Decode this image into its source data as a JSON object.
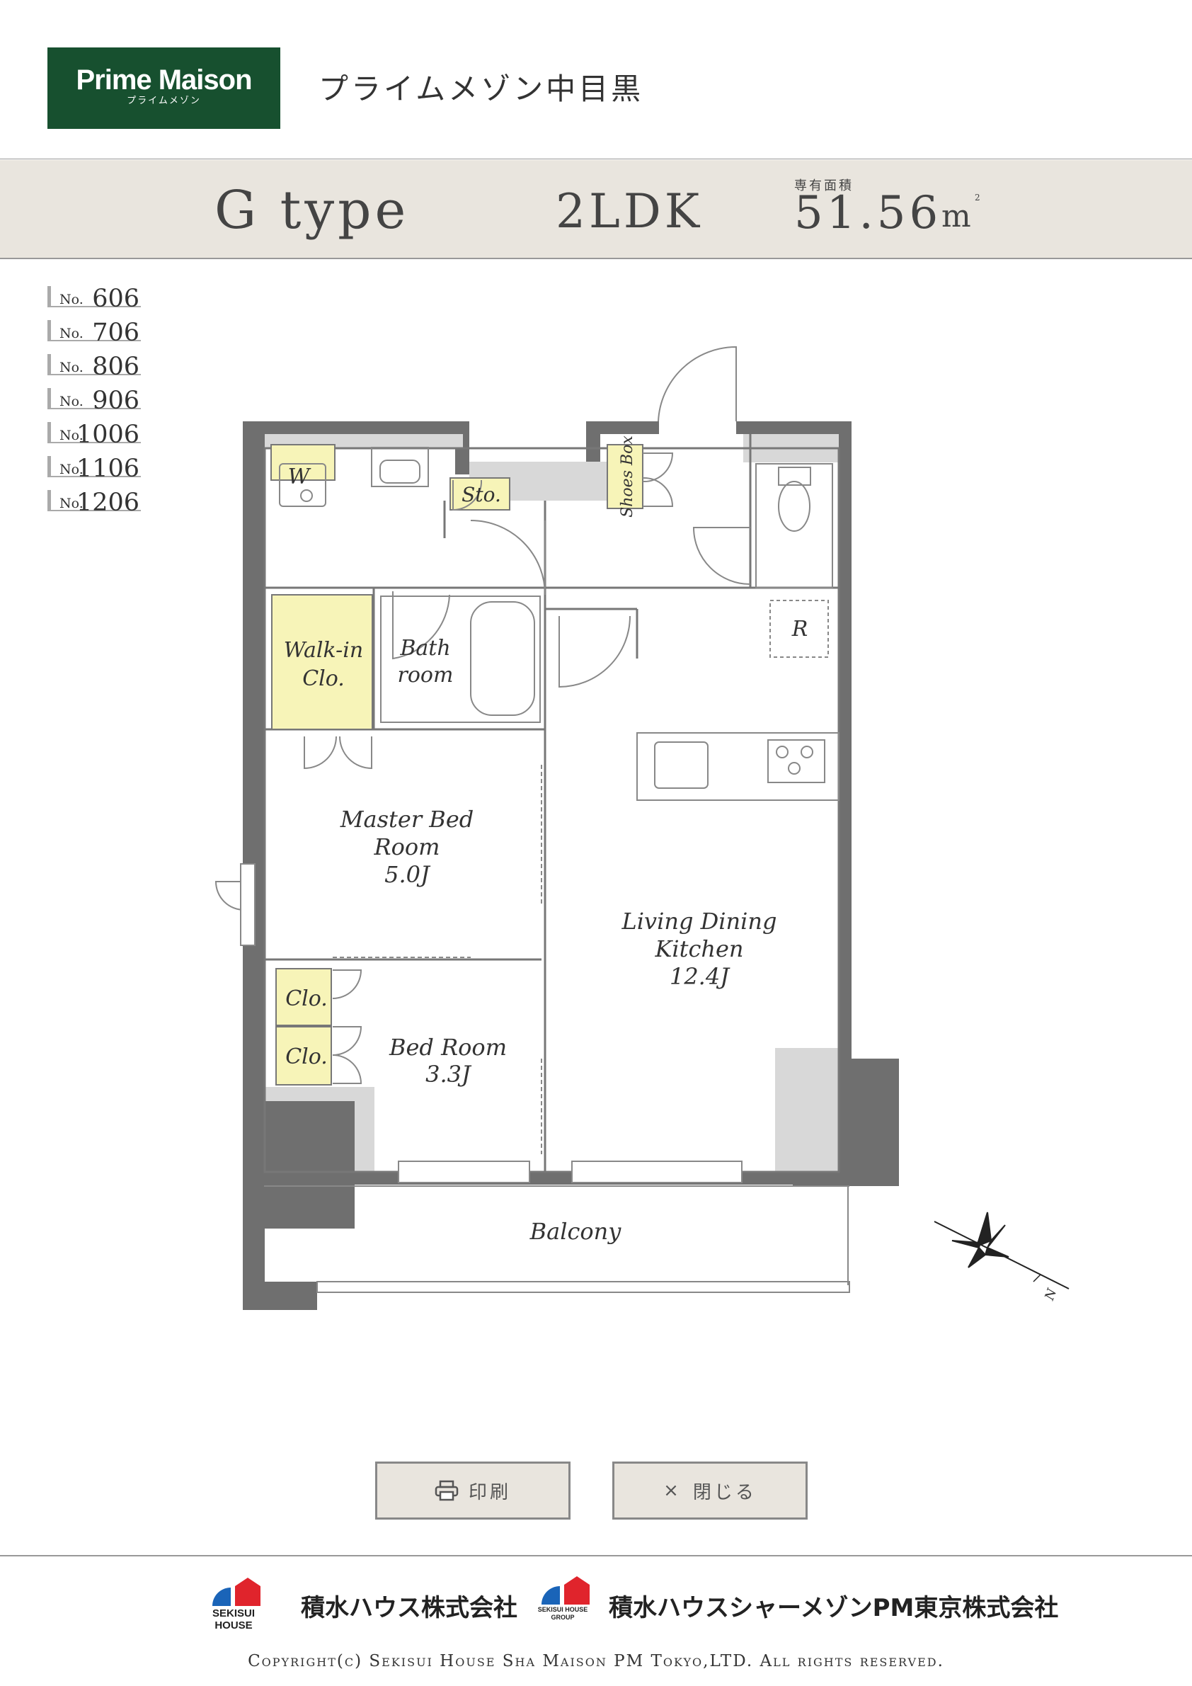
{
  "brand": {
    "logo_main": "Prime Maison",
    "logo_sub": "プライムメゾン",
    "building_name": "プライムメゾン中目黒"
  },
  "plan_header": {
    "type": "G type",
    "layout": "2LDK",
    "area_caption": "専有面積",
    "area_value": "51.56",
    "area_unit": "m",
    "area_unit_sup": "2"
  },
  "units": [
    {
      "prefix": "No.",
      "number": "606"
    },
    {
      "prefix": "No.",
      "number": "706"
    },
    {
      "prefix": "No.",
      "number": "806"
    },
    {
      "prefix": "No.",
      "number": "906"
    },
    {
      "prefix": "No.",
      "number": "1006"
    },
    {
      "prefix": "No.",
      "number": "1106"
    },
    {
      "prefix": "No.",
      "number": "1206"
    }
  ],
  "rooms": {
    "washer": "W",
    "storage": "Sto.",
    "shoes_box": "Shoes Box",
    "walk_in_line1": "Walk-in",
    "walk_in_line2": "Clo.",
    "bath_line1": "Bath",
    "bath_line2": "room",
    "fridge": "R",
    "master_line1": "Master Bed",
    "master_line2": "Room",
    "master_size": "5.0J",
    "ldk_line1": "Living Dining",
    "ldk_line2": "Kitchen",
    "ldk_size": "12.4J",
    "closet_a": "Clo.",
    "closet_b": "Clo.",
    "bed_line1": "Bed Room",
    "bed_size": "3.3J",
    "balcony": "Balcony",
    "compass_n": "N"
  },
  "buttons": {
    "print": "印刷",
    "close": "閉じる",
    "close_symbol": "×"
  },
  "footer": {
    "corp1": "積水ハウス株式会社",
    "corp1_mark": "SEKISUI HOUSE",
    "corp2": "積水ハウスシャーメゾンPM東京株式会社",
    "corp2_mark_line1": "SEKISUI HOUSE",
    "corp2_mark_line2": "GROUP",
    "copyright": "Copyright(c) Sekisui House Sha Maison PM Tokyo,LTD. All rights reserved."
  },
  "colors": {
    "brand_green": "#17502f",
    "header_band": "#e9e5de",
    "wall": "#6f6f6f",
    "closet_yellow": "#f7f4b8",
    "sekisui_blue": "#1a64b8",
    "sekisui_red": "#e0242c"
  }
}
